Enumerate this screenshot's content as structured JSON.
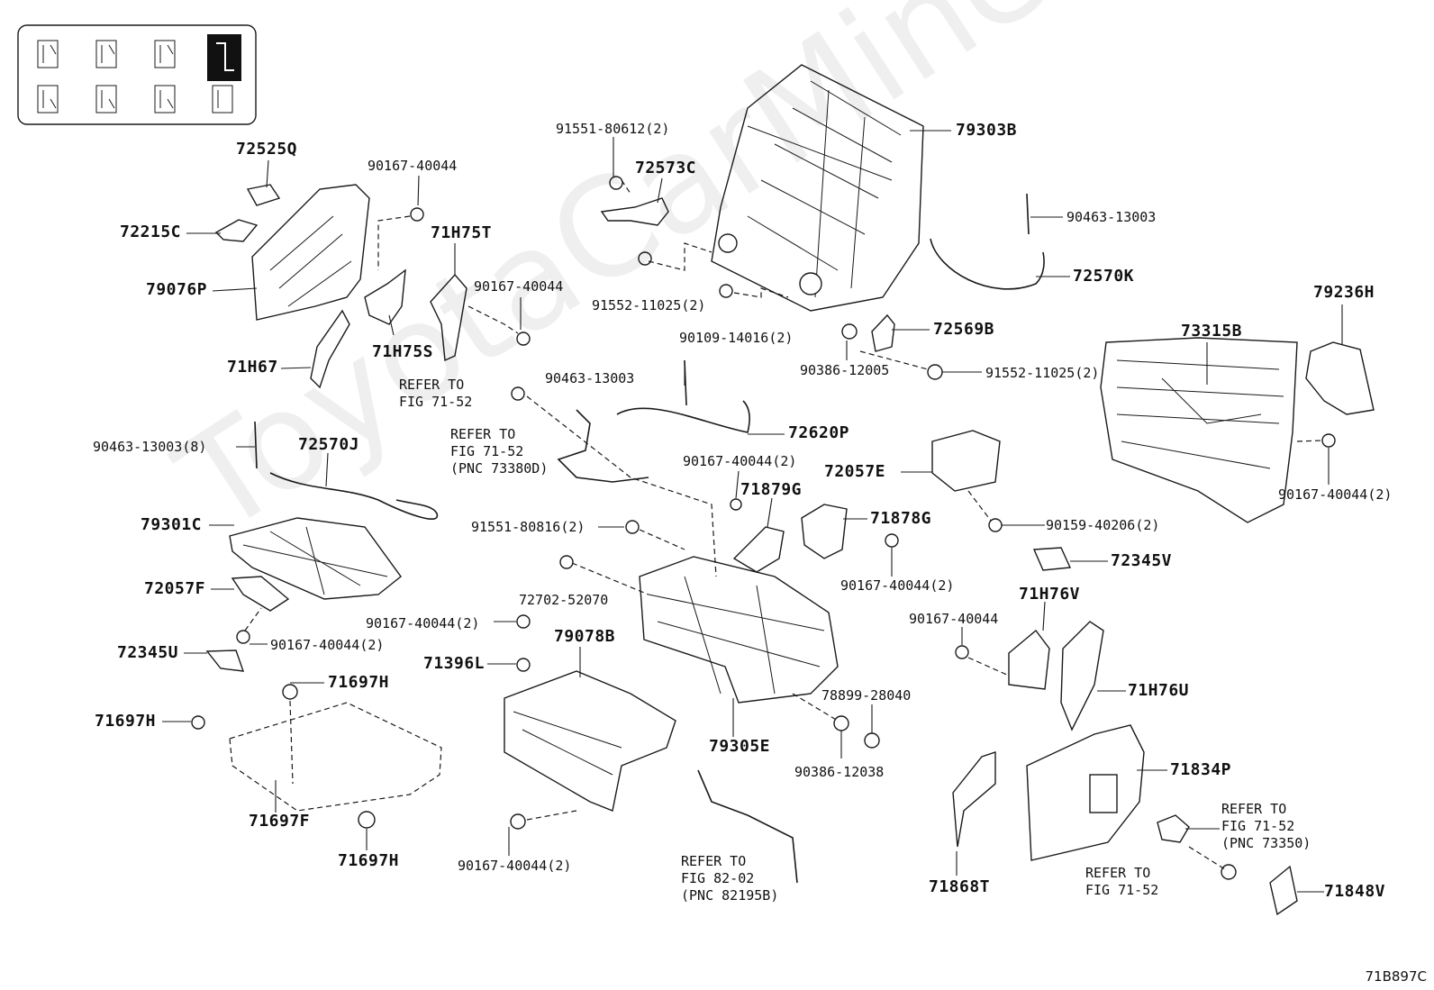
{
  "watermark": "ToyotaCarMine.ru",
  "diagram_code": "71B897C",
  "labels": {
    "p72525Q": "72525Q",
    "p72215C": "72215C",
    "p79076P": "79076P",
    "p71H67": "71H67",
    "p90167_40044_a": "90167-40044",
    "p71H75T": "71H75T",
    "p90167_40044_b": "90167-40044",
    "p71H75S": "71H75S",
    "p91551_80612": "91551-80612(2)",
    "p72573C": "72573C",
    "p91552_11025_a": "91552-11025(2)",
    "p90109_14016": "90109-14016(2)",
    "p79303B": "79303B",
    "p90463_13003_a": "90463-13003",
    "p72570K": "72570K",
    "p72569B": "72569B",
    "p90386_12005": "90386-12005",
    "p91552_11025_b": "91552-11025(2)",
    "p79236H": "79236H",
    "p73315B": "73315B",
    "p90167_40044_c": "90167-40044(2)",
    "p90463_13003_b": "90463-13003",
    "p72620P": "72620P",
    "p90463_13003_8": "90463-13003(8)",
    "p72570J": "72570J",
    "p79301C": "79301C",
    "p72057F": "72057F",
    "p90167_40044_d": "90167-40044(2)",
    "p72345U": "72345U",
    "p90167_40044_e": "90167-40044(2)",
    "p71879G": "71879G",
    "p71878G": "71878G",
    "p72057E": "72057E",
    "p90159_40206": "90159-40206(2)",
    "p91551_80816": "91551-80816(2)",
    "p90167_40044_f": "90167-40044(2)",
    "p72345V": "72345V",
    "p72702_52070": "72702-52070",
    "p90167_40044_g": "90167-40044(2)",
    "p79078B": "79078B",
    "p71396L": "71396L",
    "p71697H_a": "71697H",
    "p71697H_b": "71697H",
    "p71697F": "71697F",
    "p71697H_c": "71697H",
    "p90167_40044_h": "90167-40044(2)",
    "p79305E": "79305E",
    "p78899_28040": "78899-28040",
    "p90386_12038": "90386-12038",
    "p90167_40044_i": "90167-40044",
    "p71H76V": "71H76V",
    "p71H76U": "71H76U",
    "p71834P": "71834P",
    "p71868T": "71868T",
    "p71848V": "71848V"
  },
  "refs": {
    "ref_fig_71_52_a": [
      "REFER TO",
      "FIG 71-52"
    ],
    "ref_fig_71_52_pnc73380D": [
      "REFER TO",
      "FIG 71-52",
      "(PNC 73380D)"
    ],
    "ref_fig_82_02_pnc82195B": [
      "REFER TO",
      "FIG 82-02",
      "(PNC 82195B)"
    ],
    "ref_fig_71_52_pnc73350": [
      "REFER TO",
      "FIG 71-52",
      "(PNC 73350)"
    ],
    "ref_fig_71_52_b": [
      "REFER TO",
      "FIG 71-52"
    ]
  }
}
